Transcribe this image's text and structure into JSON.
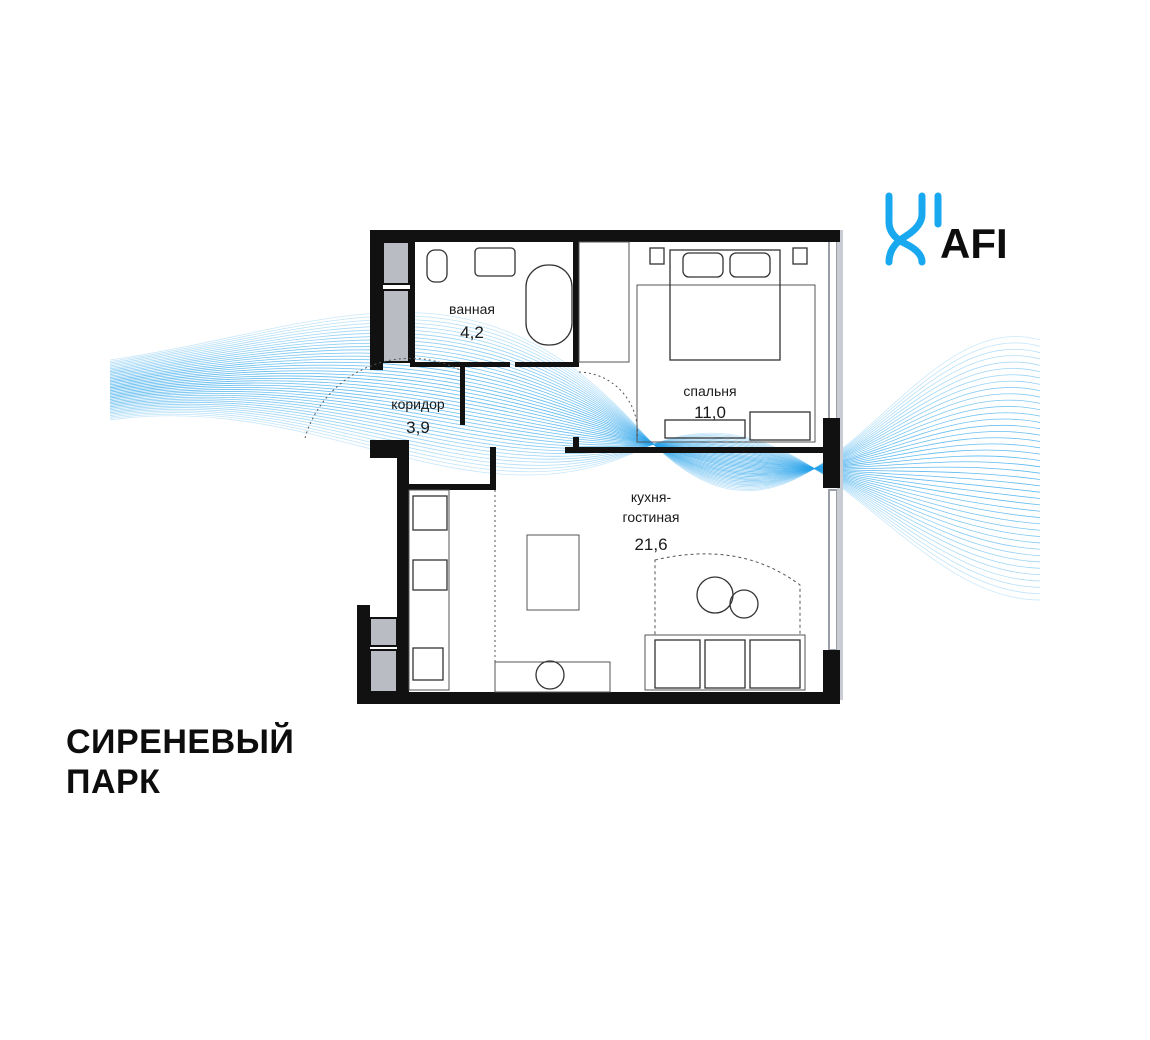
{
  "brand": {
    "logo_text": "AFI",
    "accent_color": "#18a8f0",
    "logo_icon": "afi-wave-mark-icon"
  },
  "project": {
    "line1": "СИРЕНЕВЫЙ",
    "line2": "ПАРК"
  },
  "rooms": {
    "bathroom": {
      "name": "ванная",
      "area": "4,2"
    },
    "corridor": {
      "name": "коридор",
      "area": "3,9"
    },
    "bedroom": {
      "name": "спальня",
      "area": "11,0"
    },
    "kitchen": {
      "name_line1": "кухня-",
      "name_line2": "гостиная",
      "area": "21,6"
    }
  },
  "colors": {
    "wall": "#111111",
    "fixture": "#b9bcc2",
    "wave": "#2aa3ea"
  }
}
